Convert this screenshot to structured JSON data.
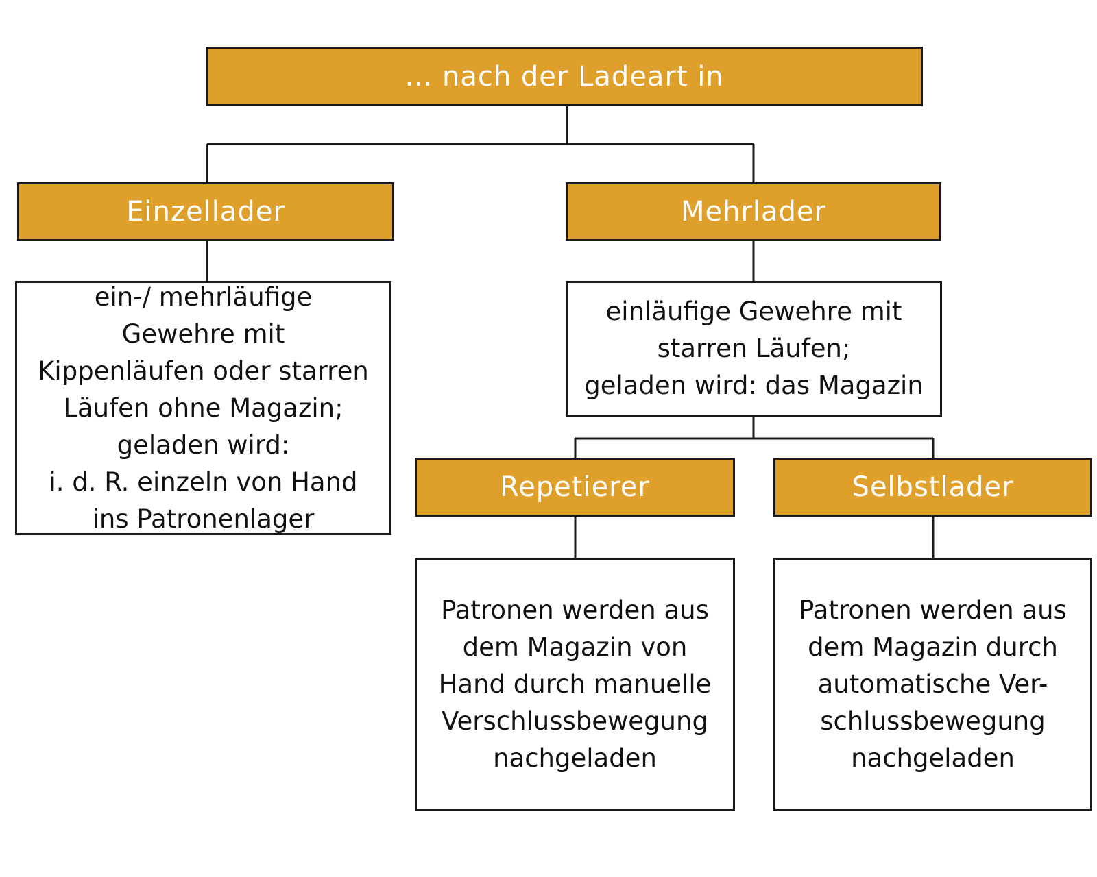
{
  "diagram": {
    "root": {
      "label": "… nach der Ladeart in"
    },
    "einzellader": {
      "label": "Einzellader",
      "description": "ein-/ mehrläufige\nGewehre mit\nKippenläufen oder starren\nLäufen ohne Magazin;\ngeladen wird:\ni. d. R. einzeln von Hand\nins Patronenlager"
    },
    "mehrlader": {
      "label": "Mehrlader",
      "description": "einläufige Gewehre mit\nstarren Läufen;\ngeladen wird: das Magazin"
    },
    "repetierer": {
      "label": "Repetierer",
      "description": "Patronen werden aus\ndem Magazin von\nHand durch manuelle\nVerschlussbewegung\nnachgeladen"
    },
    "selbstlader": {
      "label": "Selbstlader",
      "description": "Patronen werden aus\ndem Magazin durch\nautomatische Ver-\nschlussbewegung\nnachgeladen"
    },
    "colors": {
      "header_fill": "#dfa02b",
      "header_text": "#ffffff",
      "border": "#1a1a1a",
      "text": "#111111"
    }
  }
}
